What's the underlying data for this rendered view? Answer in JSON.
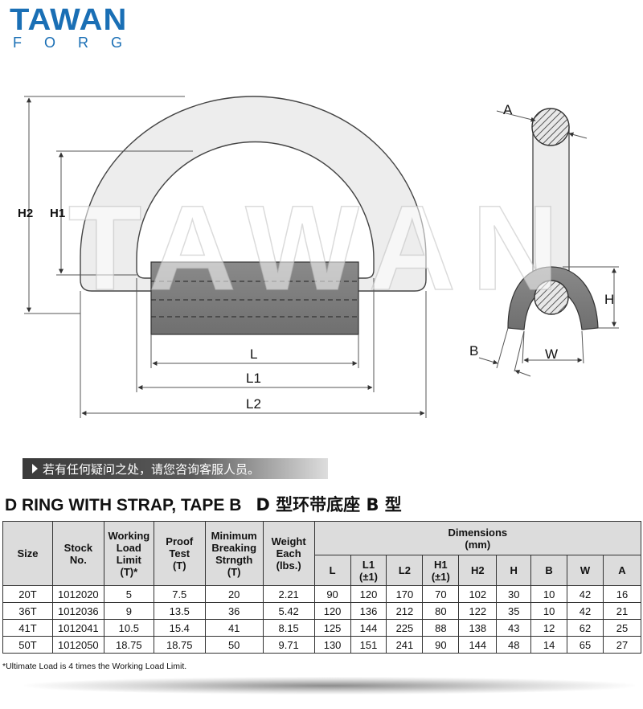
{
  "logo": {
    "top": "TAWAN",
    "bottom": "FORG",
    "color": "#1a6fb5"
  },
  "drawing": {
    "labels": {
      "H2": "H2",
      "H1": "H1",
      "L": "L",
      "L1": "L1",
      "L2": "L2",
      "A": "A",
      "H": "H",
      "B": "B",
      "W": "W"
    },
    "watermark": "TAWAN"
  },
  "banner": {
    "text": "若有任何疑问之处，请您咨询客服人员。"
  },
  "title": {
    "en": "D RING WITH STRAP, TAPE B",
    "zh": "D 型环带底座 B 型"
  },
  "table": {
    "headers": {
      "size": "Size",
      "stock": [
        "Stock",
        "No."
      ],
      "wll": [
        "Working",
        "Load",
        "Limit",
        "(T)*"
      ],
      "proof": [
        "Proof",
        "Test",
        "(T)"
      ],
      "mbs": [
        "Minimum",
        "Breaking",
        "Strngth",
        "(T)"
      ],
      "weight": [
        "Weight",
        "Each",
        "(lbs.)"
      ],
      "dimensions": [
        "Dimensions",
        "(mm)"
      ],
      "dims": [
        [
          "L",
          ""
        ],
        [
          "L1",
          "(±1)"
        ],
        [
          "L2",
          ""
        ],
        [
          "H1",
          "(±1)"
        ],
        [
          "H2",
          ""
        ],
        [
          "H",
          ""
        ],
        [
          "B",
          ""
        ],
        [
          "W",
          ""
        ],
        [
          "A",
          ""
        ]
      ]
    },
    "rows": [
      {
        "size": "20T",
        "stock": "1012020",
        "wll": "5",
        "proof": "7.5",
        "mbs": "20",
        "weight": "2.21",
        "L": "90",
        "L1": "120",
        "L2": "170",
        "H1": "70",
        "H2": "102",
        "H": "30",
        "B": "10",
        "W": "42",
        "A": "16"
      },
      {
        "size": "36T",
        "stock": "1012036",
        "wll": "9",
        "proof": "13.5",
        "mbs": "36",
        "weight": "5.42",
        "L": "120",
        "L1": "136",
        "L2": "212",
        "H1": "80",
        "H2": "122",
        "H": "35",
        "B": "10",
        "W": "42",
        "A": "21"
      },
      {
        "size": "41T",
        "stock": "1012041",
        "wll": "10.5",
        "proof": "15.4",
        "mbs": "41",
        "weight": "8.15",
        "L": "125",
        "L1": "144",
        "L2": "225",
        "H1": "88",
        "H2": "138",
        "H": "43",
        "B": "12",
        "W": "62",
        "A": "25"
      },
      {
        "size": "50T",
        "stock": "1012050",
        "wll": "18.75",
        "proof": "18.75",
        "mbs": "50",
        "weight": "9.71",
        "L": "130",
        "L1": "151",
        "L2": "241",
        "H1": "90",
        "H2": "144",
        "H": "48",
        "B": "14",
        "W": "65",
        "A": "27"
      }
    ],
    "note": "*Ultimate Load is 4 times the Working Load Limit."
  }
}
